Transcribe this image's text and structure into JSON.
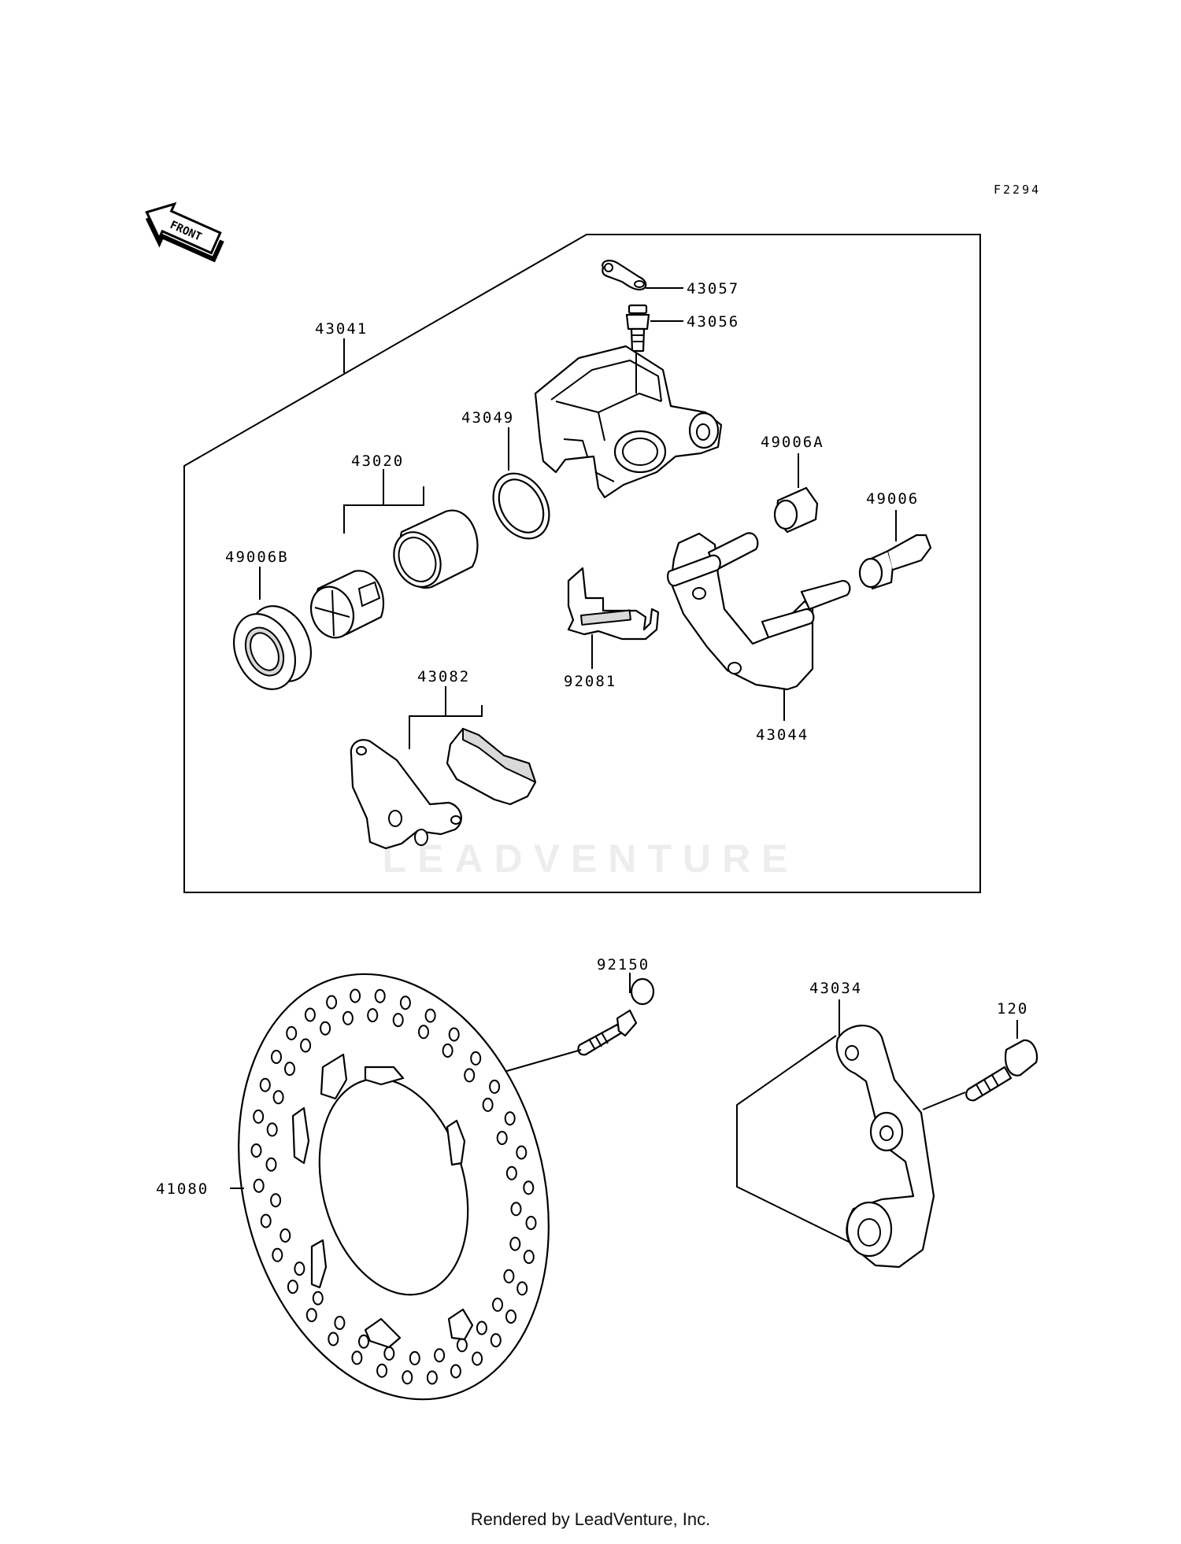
{
  "diagram": {
    "code": "F2294",
    "front_label": "FRONT",
    "parts": {
      "p43041": "43041",
      "p43057": "43057",
      "p43056": "43056",
      "p43049": "43049",
      "p43020": "43020",
      "p49006A": "49006A",
      "p49006": "49006",
      "p49006B": "49006B",
      "p92081": "92081",
      "p43082": "43082",
      "p43044": "43044",
      "p92150": "92150",
      "p43034": "43034",
      "p120": "120",
      "p41080": "41080"
    }
  },
  "watermark": "LEADVENTURE",
  "footer": "Rendered by LeadVenture, Inc."
}
